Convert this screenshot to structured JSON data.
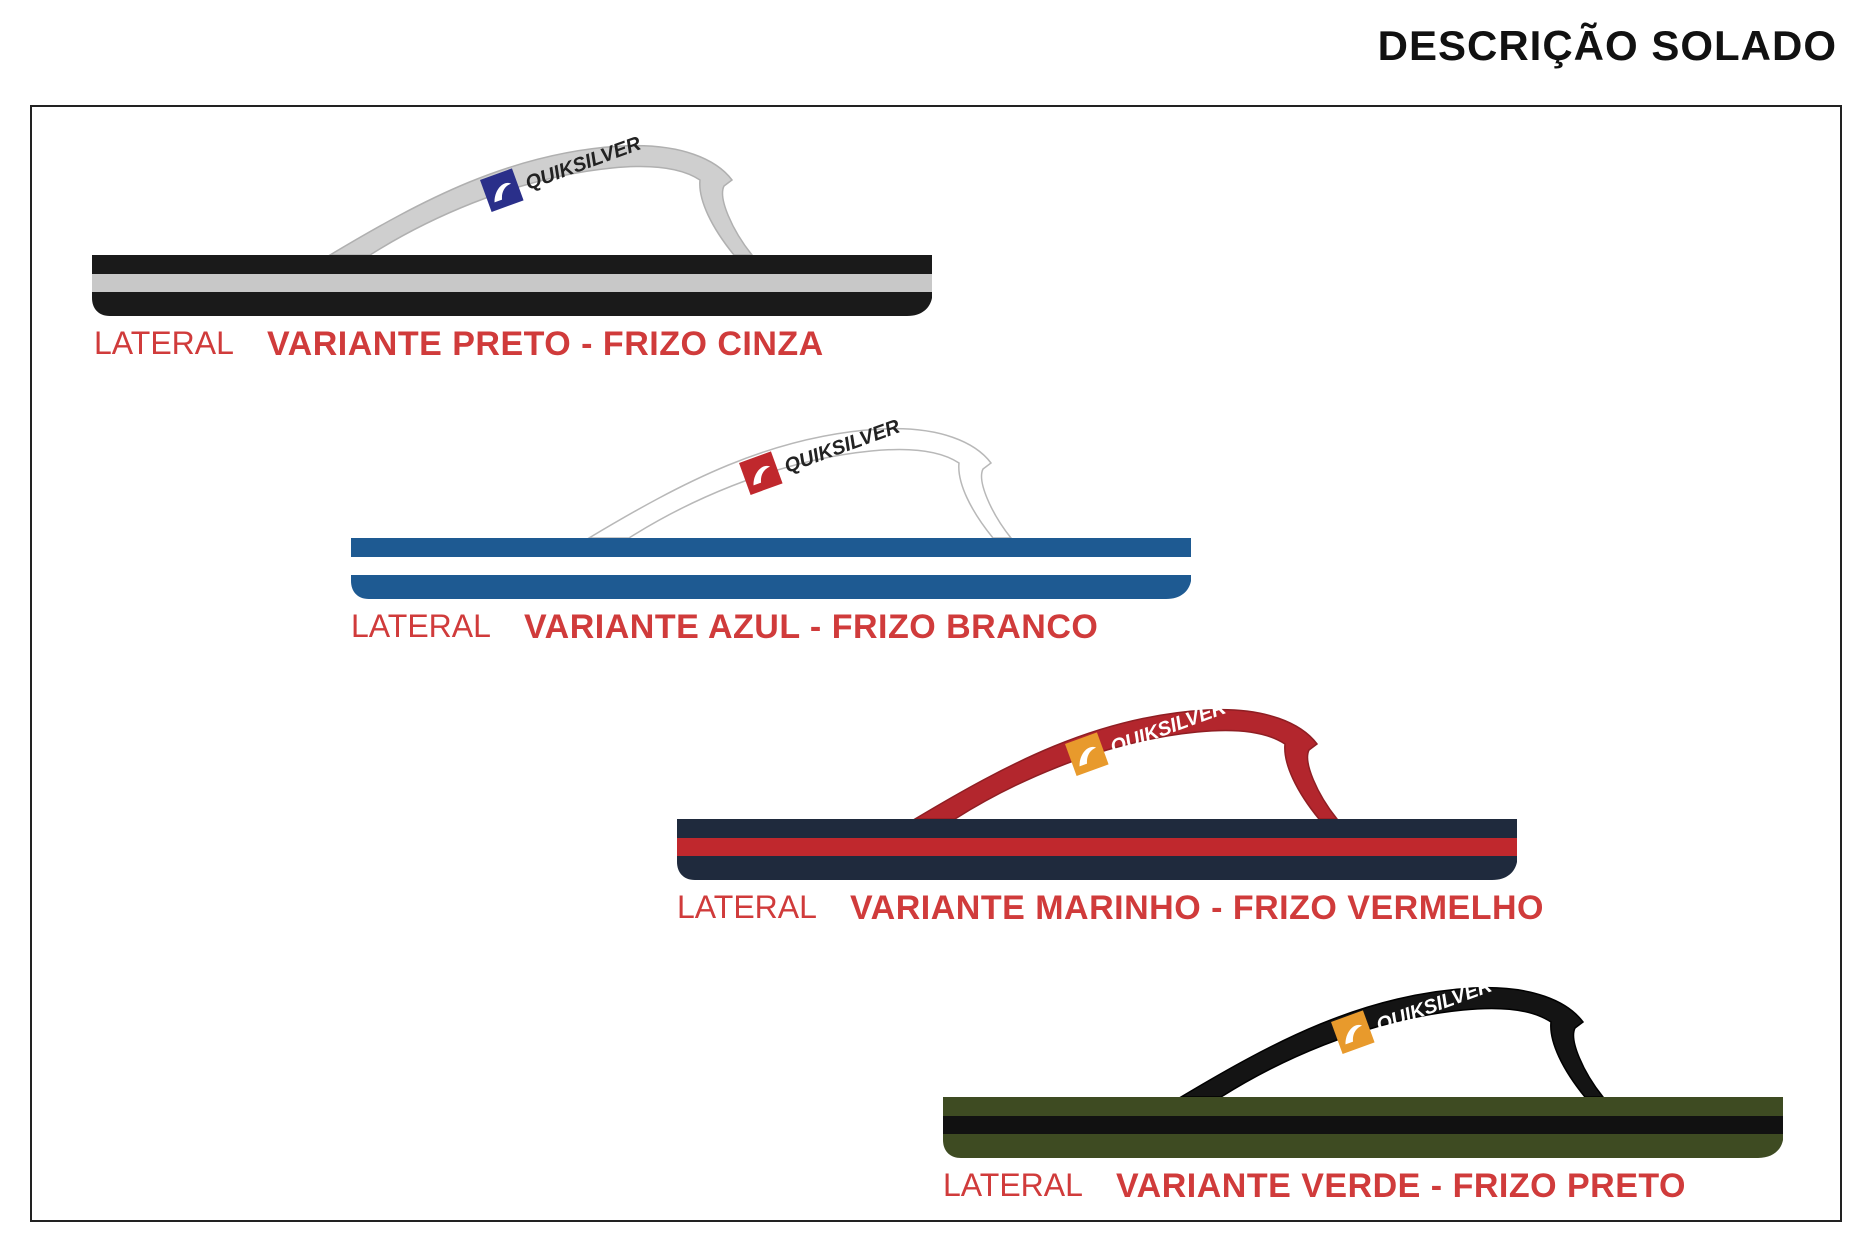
{
  "page_title": "DESCRIÇÃO SOLADO",
  "brand_text": "QUIKSILVER",
  "variants": [
    {
      "view_label": "LATERAL",
      "name": "VARIANTE PRETO - FRIZO CINZA",
      "colors": {
        "sole": "#1a1a1a",
        "stripe": "#c8c8c8",
        "strap": "#cfcfcf",
        "strap_outline": "#b0b0b0",
        "brand": "#222222",
        "logo_bg": "#2a2f8a"
      }
    },
    {
      "view_label": "LATERAL",
      "name": "VARIANTE AZUL - FRIZO BRANCO",
      "colors": {
        "sole": "#1e5a92",
        "stripe": "#ffffff",
        "strap": "#ffffff",
        "strap_outline": "#b8b8b8",
        "brand": "#222222",
        "logo_bg": "#c0282d"
      }
    },
    {
      "view_label": "LATERAL",
      "name": "VARIANTE MARINHO - FRIZO VERMELHO",
      "colors": {
        "sole": "#1f2a3d",
        "stripe": "#c0282d",
        "strap": "#b3262d",
        "strap_outline": "#8f1e23",
        "brand": "#ffffff",
        "logo_bg": "#e89a2c"
      }
    },
    {
      "view_label": "LATERAL",
      "name": "VARIANTE VERDE - FRIZO PRETO",
      "colors": {
        "sole": "#3e4b22",
        "stripe": "#111111",
        "strap": "#141414",
        "strap_outline": "#000000",
        "brand": "#ffffff",
        "logo_bg": "#e89a2c"
      }
    }
  ]
}
